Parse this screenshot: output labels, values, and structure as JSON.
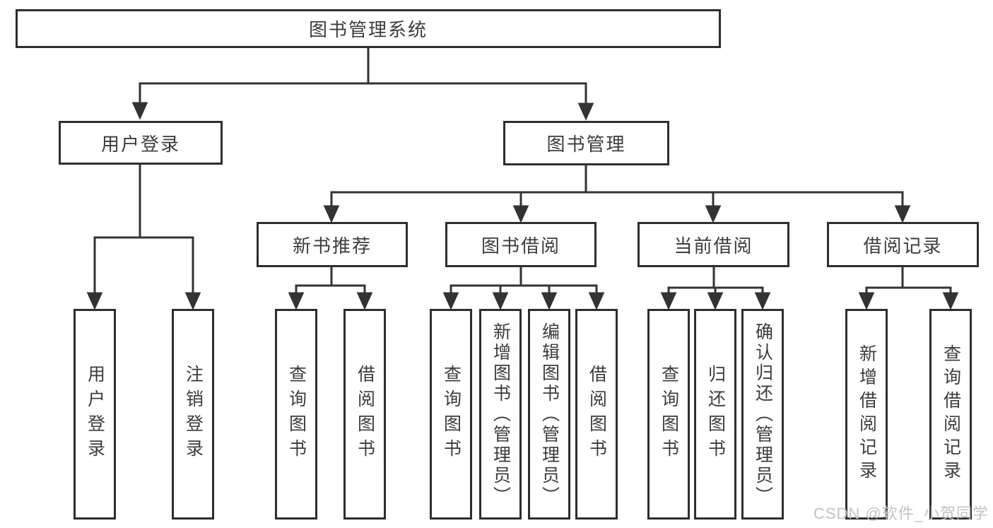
{
  "diagram": {
    "title": "图书管理系统",
    "root": {
      "label": "图书管理系统"
    },
    "level2": {
      "user_login": {
        "label": "用户登录"
      },
      "book_management": {
        "label": "图书管理"
      }
    },
    "level3": {
      "new_book_recommend": {
        "label": "新书推荐"
      },
      "book_borrow": {
        "label": "图书借阅"
      },
      "current_borrow": {
        "label": "当前借阅"
      },
      "borrow_records": {
        "label": "借阅记录"
      }
    },
    "leaves": {
      "login": {
        "label": "用户登录"
      },
      "logout": {
        "label": "注销登录"
      },
      "recommend_query_books": {
        "label": "查询图书"
      },
      "recommend_borrow_books": {
        "label": "借阅图书"
      },
      "borrow_query_books": {
        "label": "查询图书"
      },
      "borrow_add_books": {
        "label": "新增图书（管理员）"
      },
      "borrow_edit_books": {
        "label": "编辑图书（管理员）"
      },
      "borrow_borrow_books": {
        "label": "借阅图书"
      },
      "current_query_books": {
        "label": "查询图书"
      },
      "current_return_books": {
        "label": "归还图书"
      },
      "current_confirm_return": {
        "label": "确认归还（管理员）"
      },
      "records_add_record": {
        "label": "新增借阅记录"
      },
      "records_query_record": {
        "label": "查询借阅记录"
      }
    },
    "watermark": "CSDN @软件_小贺同学",
    "colors": {
      "line": "#333333",
      "border": "#2e2e2e",
      "text": "#3c3c3c",
      "watermark": "#c3c3c3",
      "background": "#ffffff"
    }
  }
}
